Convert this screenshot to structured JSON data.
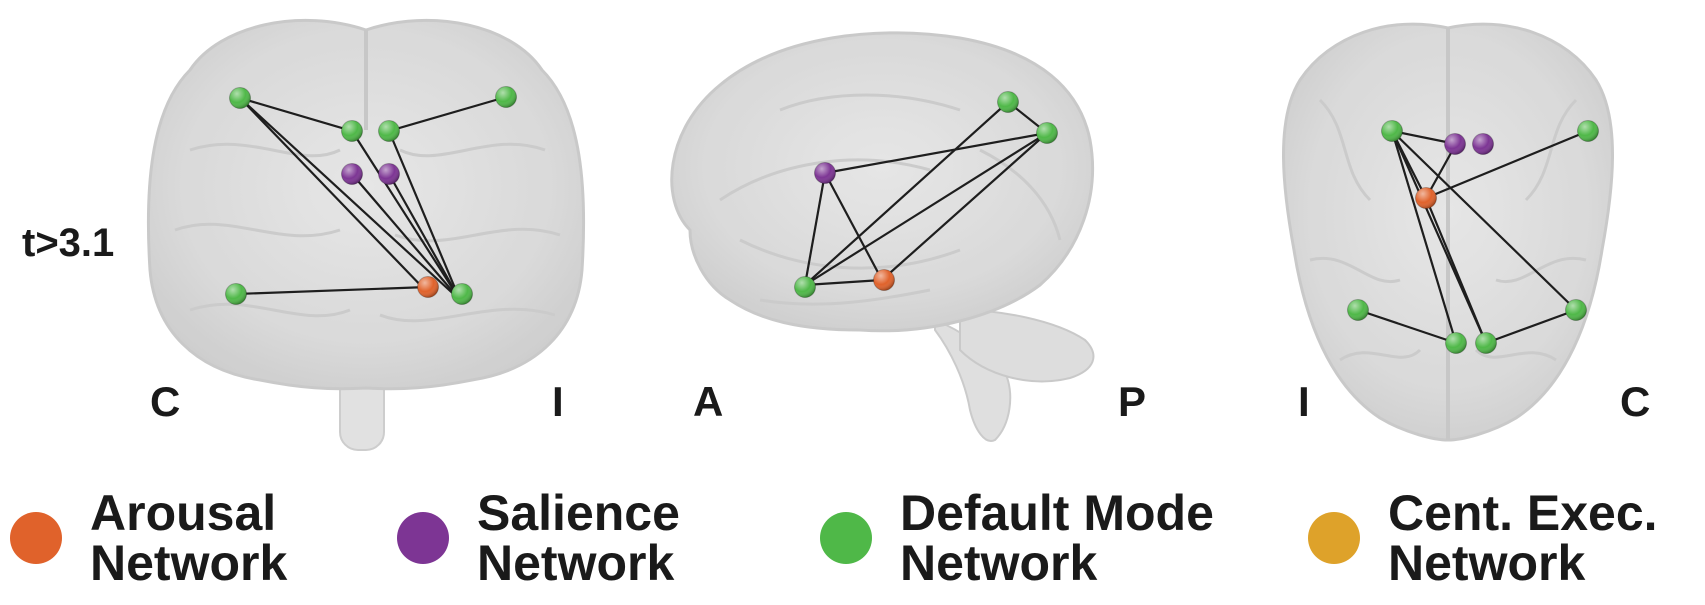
{
  "threshold_label": "t>3.1",
  "views": [
    {
      "name": "coronal",
      "orientation": {
        "left": "C",
        "right": "I"
      },
      "nodes": [
        {
          "network": "default_mode"
        },
        {
          "network": "default_mode"
        },
        {
          "network": "default_mode"
        },
        {
          "network": "default_mode"
        },
        {
          "network": "salience"
        },
        {
          "network": "salience"
        },
        {
          "network": "default_mode"
        },
        {
          "network": "arousal"
        },
        {
          "network": "default_mode"
        }
      ]
    },
    {
      "name": "sagittal",
      "orientation": {
        "left": "A",
        "right": "P"
      },
      "nodes": [
        {
          "network": "default_mode"
        },
        {
          "network": "default_mode"
        },
        {
          "network": "salience"
        },
        {
          "network": "default_mode"
        },
        {
          "network": "arousal"
        }
      ]
    },
    {
      "name": "axial",
      "orientation": {
        "left": "I",
        "right": "C"
      },
      "nodes": [
        {
          "network": "default_mode"
        },
        {
          "network": "salience"
        },
        {
          "network": "salience"
        },
        {
          "network": "default_mode"
        },
        {
          "network": "arousal"
        },
        {
          "network": "default_mode"
        },
        {
          "network": "default_mode"
        },
        {
          "network": "default_mode"
        },
        {
          "network": "default_mode"
        }
      ]
    }
  ],
  "legend": [
    {
      "key": "arousal",
      "line1": "Arousal",
      "line2": "Network",
      "color": "#e0622b"
    },
    {
      "key": "salience",
      "line1": "Salience",
      "line2": "Network",
      "color": "#7d3594"
    },
    {
      "key": "default_mode",
      "line1": "Default Mode",
      "line2": "Network",
      "color": "#4fb848"
    },
    {
      "key": "central_executive",
      "line1": "Cent. Exec.",
      "line2": "Network",
      "color": "#dea22a"
    }
  ]
}
